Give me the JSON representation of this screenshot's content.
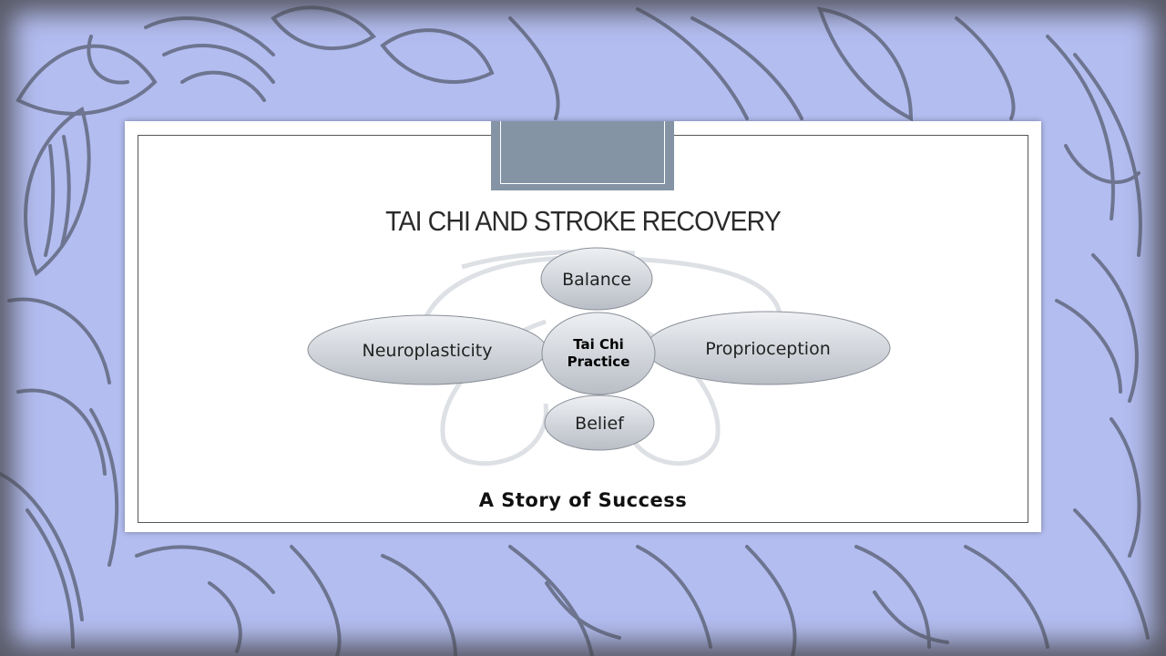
{
  "slide": {
    "title": "TAI CHI AND STROKE RECOVERY",
    "subtitle": "A Story of Success"
  },
  "diagram": {
    "center": {
      "line1": "Tai Chi",
      "line2": "Practice"
    },
    "nodes": {
      "top": "Balance",
      "left": "Neuroplasticity",
      "right": "Proprioception",
      "bottom": "Belief"
    }
  },
  "colors": {
    "background": "#b3bdf0",
    "pattern_stroke": "#6e7590",
    "header_tab": "#8494a5",
    "node_fill_light": "#eef0f3",
    "node_fill_dark": "#b9bec6"
  }
}
